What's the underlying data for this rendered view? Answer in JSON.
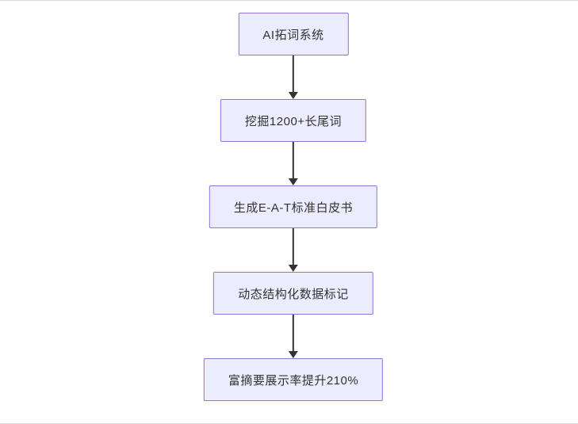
{
  "diagram": {
    "type": "flowchart",
    "direction": "top-down",
    "nodes": [
      {
        "id": "A",
        "label": "AI拓词系统"
      },
      {
        "id": "B",
        "label": "挖掘1200+长尾词"
      },
      {
        "id": "C",
        "label": "生成E-A-T标准白皮书"
      },
      {
        "id": "D",
        "label": "动态结构化数据标记"
      },
      {
        "id": "E",
        "label": "富摘要展示率提升210%"
      }
    ],
    "edges": [
      {
        "from": "A",
        "to": "B"
      },
      {
        "from": "B",
        "to": "C"
      },
      {
        "from": "C",
        "to": "D"
      },
      {
        "from": "D",
        "to": "E"
      }
    ],
    "colors": {
      "node_fill": "#ececff",
      "node_border": "#9370db",
      "arrow": "#333333",
      "text": "#333333",
      "background": "#ffffff"
    }
  }
}
